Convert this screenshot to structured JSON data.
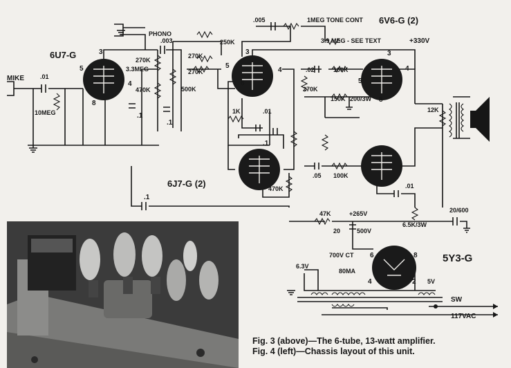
{
  "tubes": {
    "v1": "6U7-G",
    "v2": "6J7-G (2)",
    "v3": "6V6-G (2)",
    "v4": "5Y3-G"
  },
  "inputs": {
    "mike": "MIKE",
    "phono": "PHONO",
    "ac": "117VAC",
    "sw": "SW"
  },
  "components": {
    "c_01_in": ".01",
    "r_10meg": "10MEG",
    "c_003": ".003",
    "r_270k_a": "270K",
    "r_3_3meg": "3.3MEG",
    "r_470k_a": "470K",
    "c_1_a": ".1",
    "c_1_b": ".1",
    "r_250k": "250K",
    "r_270k_b": "270K",
    "r_270k_c": "270K",
    "r_500k": "500K",
    "c_005": ".005",
    "tone": "1MEG TONE CONT",
    "r_3_9meg": "3.9 MEG - SEE TEXT",
    "b_330": "+330V",
    "c_02": ".02",
    "r_100k_a": "100K",
    "r_270k_d": "270K",
    "r_150k": "150K",
    "r_200_3w": "200/3W",
    "r_1k": "1K",
    "c_01_b": ".01",
    "c_1_c": ".1",
    "r_470k_b": "470K",
    "c_05": ".05",
    "r_100k_b": "100K",
    "c_1_d": ".1",
    "c_01_c": ".01",
    "r_12k": "12K",
    "r_47k": "47K",
    "b_265": "+265V",
    "c_20_500": "20",
    "c_500v": "500V",
    "r_6_5k": "6.5K/3W",
    "c_20_600": "20/600",
    "t_700v": "700V CT",
    "t_80ma": "80MA",
    "t_6_3v": "6.3V",
    "t_5v": "5V"
  },
  "pins": {
    "p3": "3",
    "p5": "5",
    "p4": "4",
    "p8": "8",
    "p6": "6",
    "p2": "2"
  },
  "photo": {
    "caption_line1": "Fig. 3 (above)—The 6-tube, 13-watt amplifier.",
    "caption_line2": "Fig. 4 (left)—Chassis layout of this unit."
  }
}
